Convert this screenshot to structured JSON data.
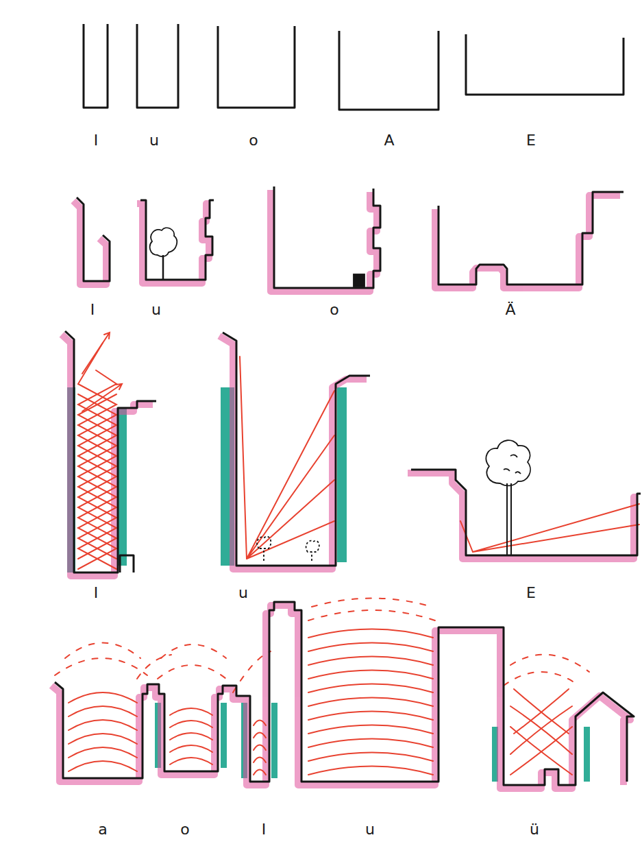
{
  "diagram": {
    "labels": [
      "I",
      "u",
      "o",
      "A",
      "E",
      "I",
      "u",
      "o",
      "Ä",
      "I",
      "u",
      "E",
      "a",
      "o",
      "I",
      "u",
      "ü"
    ]
  }
}
